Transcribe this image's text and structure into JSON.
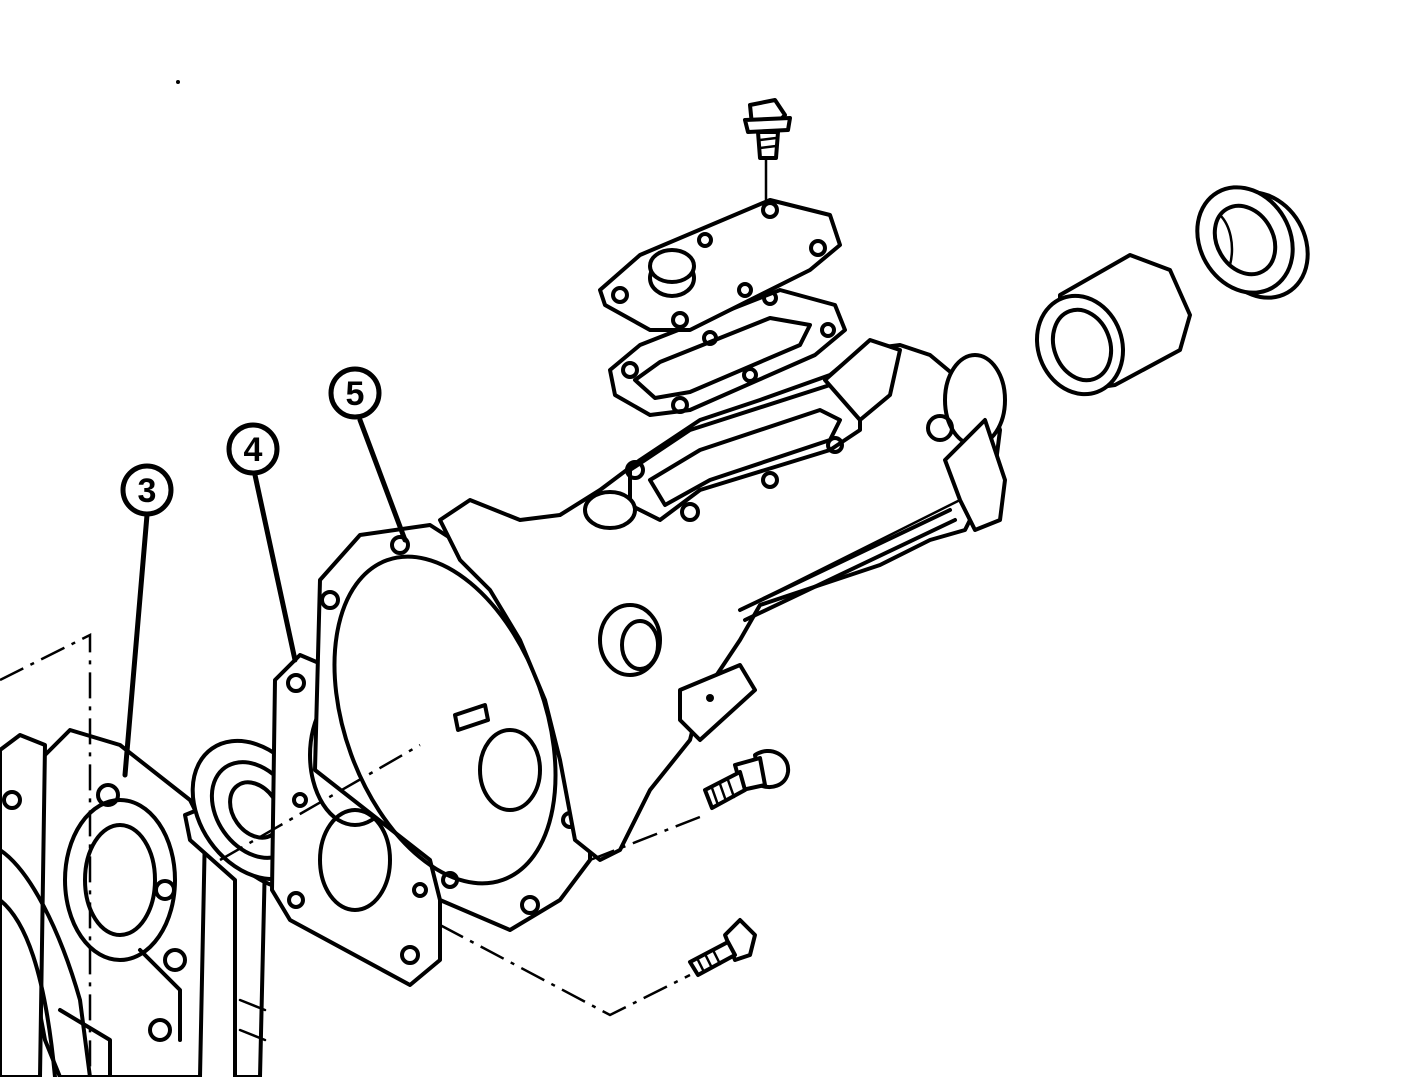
{
  "callouts": [
    {
      "id": "3",
      "label": "3"
    },
    {
      "id": "4",
      "label": "4"
    },
    {
      "id": "5",
      "label": "5"
    }
  ],
  "colors": {
    "ink": "#000000",
    "paper": "#ffffff"
  }
}
